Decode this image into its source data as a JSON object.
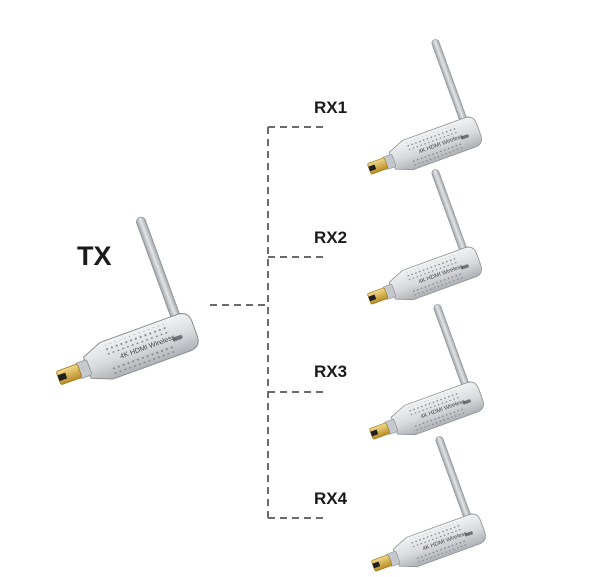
{
  "transmitter": {
    "label": "TX",
    "device_text": "4K HDMI Wireless"
  },
  "receivers": [
    {
      "label": "RX1",
      "device_text": "4K HDMI Wireless"
    },
    {
      "label": "RX2",
      "device_text": "4K HDMI Wireless"
    },
    {
      "label": "RX3",
      "device_text": "4K HDMI Wireless"
    },
    {
      "label": "RX4",
      "device_text": "4K HDMI Wireless"
    }
  ],
  "colors": {
    "connector_line": "#6b6b6b",
    "device_body": "#d9dbde",
    "antenna": "#bfc2c6",
    "hdmi_plug": "#d9b24a"
  },
  "icons": [
    "hdmi-dongle-icon",
    "antenna-icon",
    "hdmi-plug-icon"
  ]
}
